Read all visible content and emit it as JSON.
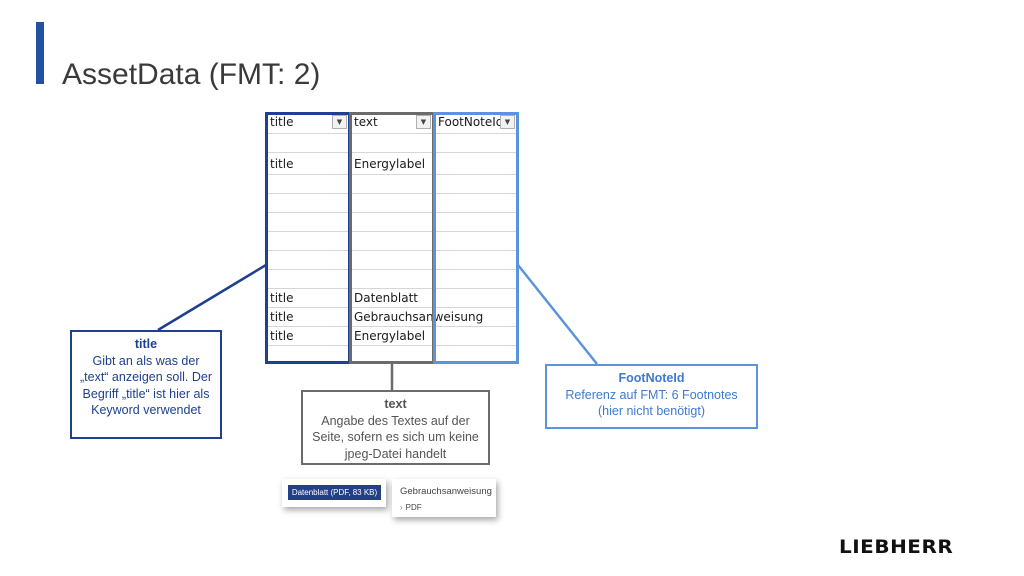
{
  "slide": {
    "title": "AssetData (FMT: 2)",
    "accent_color": "#2451a0"
  },
  "sheet": {
    "headers": [
      "title",
      "text",
      "FootNoteId"
    ],
    "filter_icon": "dropdown-arrow-icon",
    "rows": [
      [
        "",
        "",
        ""
      ],
      [
        "title",
        "Energylabel",
        ""
      ],
      [
        "",
        "",
        ""
      ],
      [
        "",
        "",
        ""
      ],
      [
        "",
        "",
        ""
      ],
      [
        "",
        "",
        ""
      ],
      [
        "",
        "",
        ""
      ],
      [
        "",
        "",
        ""
      ],
      [
        "title",
        "Datenblatt",
        ""
      ],
      [
        "title",
        "Gebrauchsanweisung",
        ""
      ],
      [
        "title",
        "Energylabel",
        ""
      ],
      [
        "",
        "",
        ""
      ]
    ],
    "frame_colors": [
      "#1f3f8f",
      "#6b6b6b",
      "#5b94dc"
    ]
  },
  "callouts": {
    "title": {
      "heading": "title",
      "body": "Gibt an als was der „text“ anzeigen soll. Der Begriff „title“ ist hier als Keyword verwendet"
    },
    "text": {
      "heading": "text",
      "body": "Angabe des Textes auf der Seite, sofern es sich um keine jpeg-Datei handelt"
    },
    "footnote": {
      "heading": "FootNoteId",
      "body": "Referenz auf FMT: 6 Footnotes (hier nicht benötigt)"
    }
  },
  "examples": {
    "datasheet_button": "Datenblatt (PDF, 83 KB)",
    "manual_title": "Gebrauchsanweisung",
    "manual_link": "PDF",
    "manual_link_icon": "chevron-right-icon"
  },
  "brand": {
    "logo": "LIEBHERR"
  }
}
